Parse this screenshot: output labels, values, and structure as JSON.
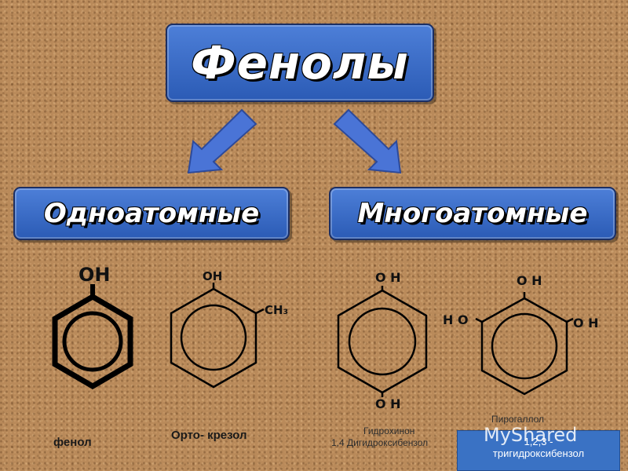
{
  "title": "Фенолы",
  "categories": {
    "mono": "Одноатомные",
    "poly": "Многоатомные"
  },
  "molecules": {
    "phenol": {
      "oh": "OH",
      "name": "фенол"
    },
    "cresol": {
      "oh": "OH",
      "ch3": "CH₃",
      "name": "Орто- крезол"
    },
    "hydroquinone": {
      "oh_top": "O H",
      "oh_bottom": "O H",
      "name": "Гидрохинон",
      "systematic": "1,4 Дигидроксибензол"
    },
    "pyrogallol": {
      "oh_top": "O H",
      "oh_left": "H O",
      "oh_right": "O H",
      "name": "Пирогаллол",
      "systematic_1": "1,2,3 -",
      "systematic_2": "тригидроксибензол"
    }
  },
  "watermark": "MyShared",
  "colors": {
    "box": "#2b5bb5",
    "arrow": "#4a74d6",
    "background": "#b98a5a"
  }
}
